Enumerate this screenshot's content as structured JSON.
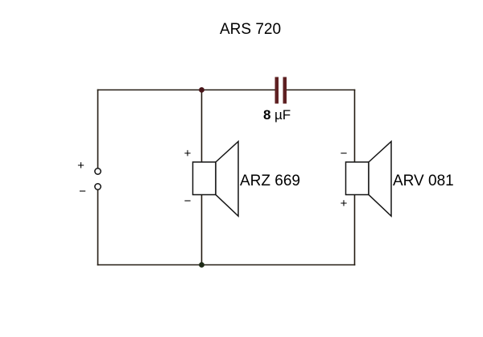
{
  "figure": {
    "title": "ARS 720",
    "capacitor": {
      "value": "8",
      "unit": "µF"
    },
    "input_terminals": {
      "positive": "+",
      "negative": "−"
    },
    "speakers": [
      {
        "label": "ARZ 669",
        "polarity_top": "+",
        "polarity_bottom": "−"
      },
      {
        "label": "ARV 081",
        "polarity_top": "−",
        "polarity_bottom": "+"
      }
    ],
    "colors": {
      "wire": "#241c12",
      "capacitor_plate": "#5e2022",
      "junction_top": "#481418",
      "junction_bottom": "#1d2a15",
      "text": "#000000",
      "background": "#ffffff"
    }
  }
}
